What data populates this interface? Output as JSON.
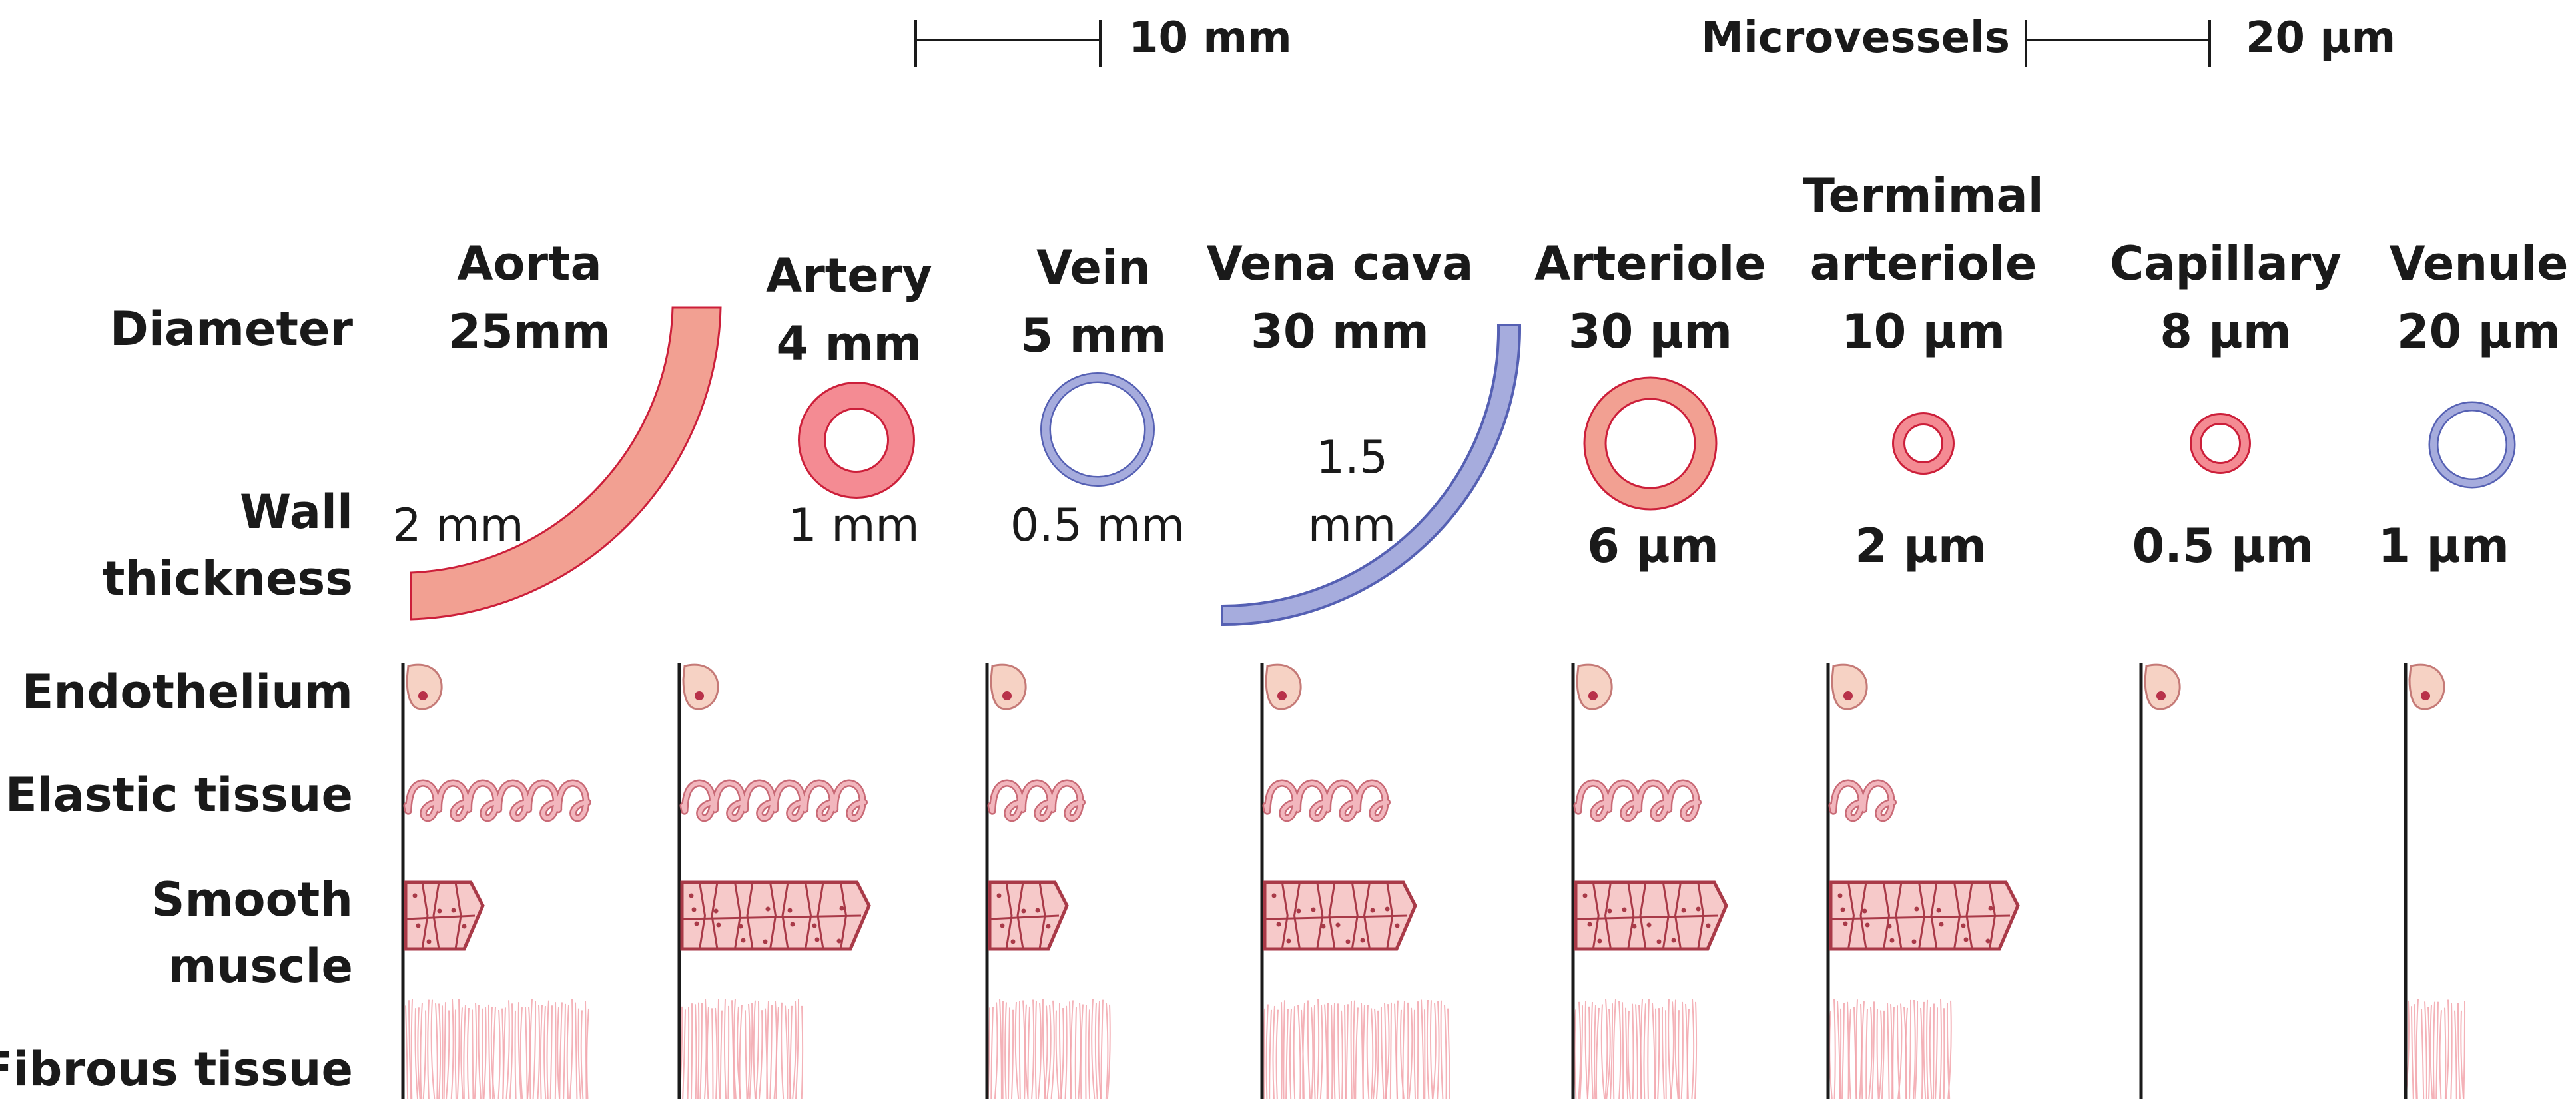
{
  "scale_bars": {
    "main": "10 mm",
    "micro_title": "Microvessels",
    "micro": "20 µm"
  },
  "row_labels": {
    "diameter": "Diameter",
    "wall_1": "Wall",
    "wall_2": "thickness",
    "endothelium": "Endothelium",
    "elastic": "Elastic tissue",
    "smooth_1": "Smooth",
    "smooth_2": "muscle",
    "fibrous": "Fibrous tissue"
  },
  "vessels": [
    {
      "key": "aorta",
      "name": "Aorta",
      "diameter": "25mm",
      "wall": "2 mm",
      "type": "artery",
      "elastic_coils": 6,
      "muscle_cols": 2,
      "fibrous_amount": "large"
    },
    {
      "key": "artery",
      "name": "Artery",
      "diameter": "4 mm",
      "wall": "1 mm",
      "type": "artery",
      "elastic_coils": 6,
      "muscle_cols": 5,
      "fibrous_amount": "medium"
    },
    {
      "key": "vein",
      "name": "Vein",
      "diameter": "5 mm",
      "wall": "0.5 mm",
      "type": "vein",
      "elastic_coils": 3,
      "muscle_cols": 2,
      "fibrous_amount": "medium"
    },
    {
      "key": "vena-cava",
      "name": "Vena cava",
      "diameter": "30 mm",
      "wall_1": "1.5",
      "wall_2": "mm",
      "type": "vein",
      "elastic_coils": 4,
      "muscle_cols": 4,
      "fibrous_amount": "large"
    },
    {
      "key": "arteriole",
      "name": "Arteriole",
      "diameter": "30 µm",
      "wall": "6 µm",
      "type": "artery",
      "elastic_coils": 4,
      "muscle_cols": 4,
      "fibrous_amount": "medium"
    },
    {
      "key": "terminal-arteriole",
      "name_1": "Termimal",
      "name_2": "arteriole",
      "diameter": "10 µm",
      "wall": "2 µm",
      "type": "artery",
      "elastic_coils": 2,
      "muscle_cols": 5,
      "fibrous_amount": "medium"
    },
    {
      "key": "capillary",
      "name": "Capillary",
      "diameter": "8 µm",
      "wall": "0.5 µm",
      "type": "artery",
      "elastic_coils": 0,
      "muscle_cols": 0,
      "fibrous_amount": "none"
    },
    {
      "key": "venule",
      "name": "Venule",
      "diameter": "20 µm",
      "wall": "1 µm",
      "type": "vein",
      "elastic_coils": 0,
      "muscle_cols": 0,
      "fibrous_amount": "small"
    }
  ],
  "colors": {
    "artery_fill": "#f2a092",
    "artery_inner": "#f48b93",
    "artery_stroke": "#cc1f3a",
    "vein_fill": "#a6acdd",
    "vein_stroke": "#5560b3",
    "endothelium_fill": "#f6d2c4",
    "endothelium_nucleus": "#b8324a",
    "elastic": "#e98a93",
    "muscle_fill": "#f6c9c9",
    "muscle_stroke": "#a93a48",
    "fibrous": "#f2a4ab"
  }
}
